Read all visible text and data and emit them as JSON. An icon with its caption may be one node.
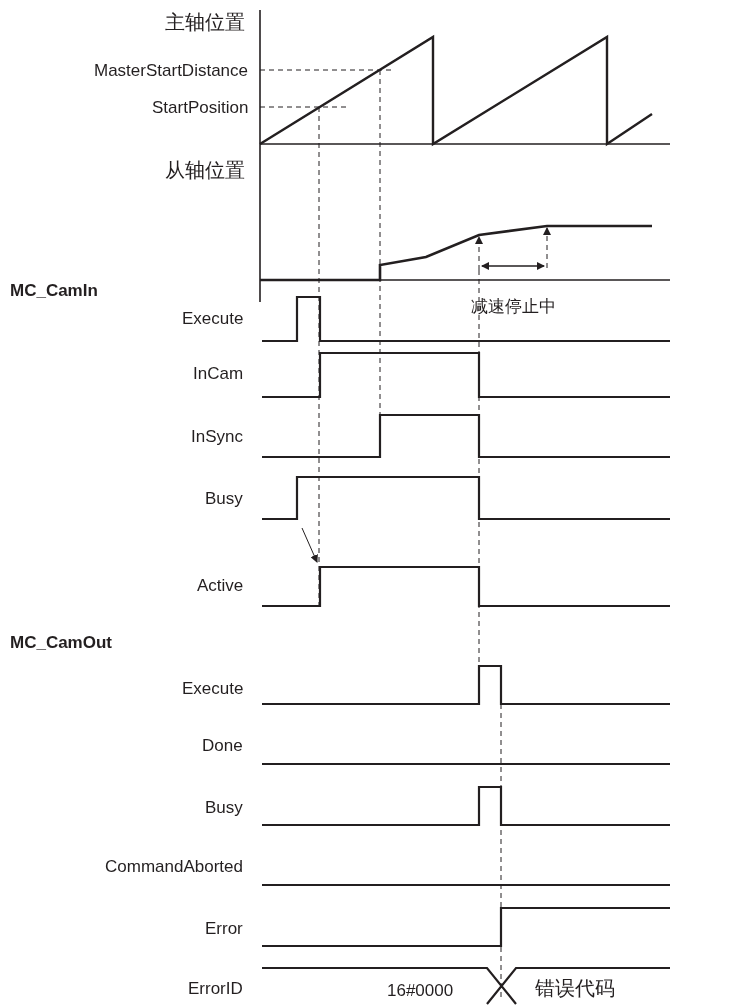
{
  "diagram": {
    "labels": [
      "主轴位置",
      "MasterStartDistance",
      "StartPosition",
      "从轴位置",
      "减速停止中",
      "MC_CamIn",
      "Execute",
      "InCam",
      "InSync",
      "Busy",
      "Active",
      "MC_CamOut",
      "Execute",
      "Done",
      "Busy",
      "CommandAborted",
      "Error",
      "ErrorID",
      "16#0000",
      "错误代码"
    ]
  }
}
